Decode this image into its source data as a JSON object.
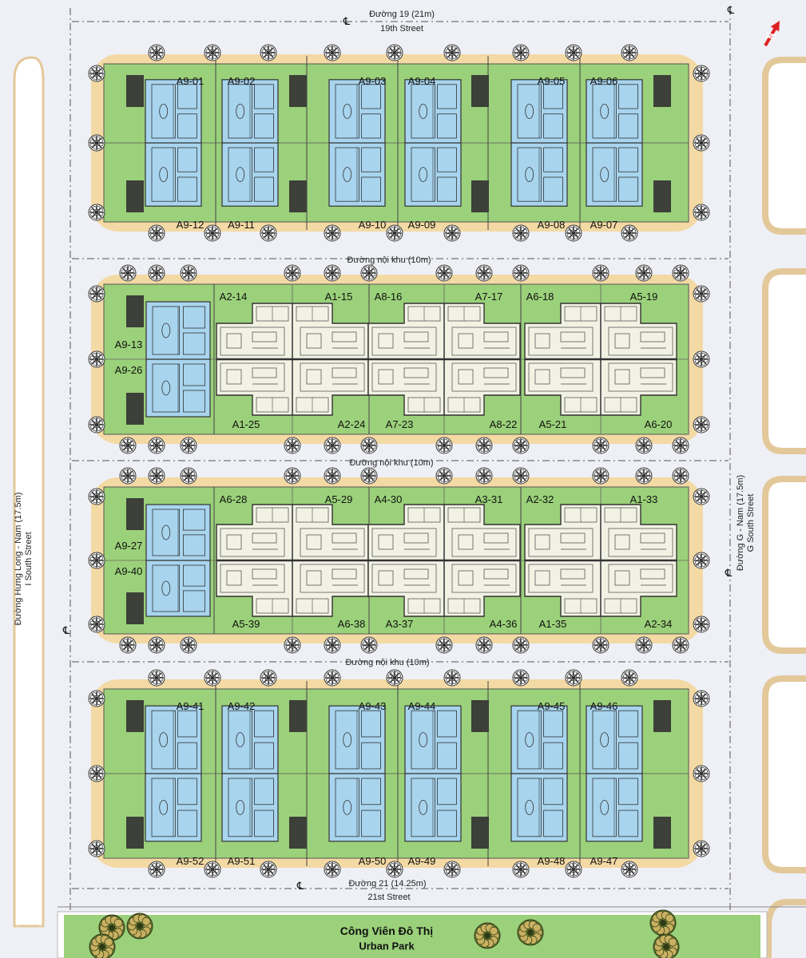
{
  "roads": {
    "north": {
      "name": "Đường 19 (21m)",
      "name_en": "19th Street"
    },
    "south": {
      "name": "Đường 21 (14.25m)",
      "name_en": "21st Street"
    },
    "internal_1": "Đường nội khu (10m)",
    "internal_2": "Đường nội khu (10m)",
    "internal_3": "Đường nội khu (10m)",
    "west": {
      "name": "Đường Hưng Long - Nam (17.5m)",
      "name_en": "I South Street"
    },
    "east": {
      "name": "Đường G - Nam (17.5m)",
      "name_en": "G South Street"
    }
  },
  "park": {
    "name": "Công Viên Đô Thị",
    "name_en": "Urban Park"
  },
  "centerline_symbol": "℄",
  "blocks": [
    {
      "id": "block-1",
      "type": "rowhouse",
      "top": [
        "A9-01",
        "A9-02",
        "A9-03",
        "A9-04",
        "A9-05",
        "A9-06"
      ],
      "bottom": [
        "A9-12",
        "A9-11",
        "A9-10",
        "A9-09",
        "A9-08",
        "A9-07"
      ]
    },
    {
      "id": "block-2",
      "type": "mixed",
      "left": [
        "A9-13",
        "A9-26"
      ],
      "top": [
        "A2-14",
        "A1-15",
        "A8-16",
        "A7-17",
        "A6-18",
        "A5-19"
      ],
      "bottom": [
        "A1-25",
        "A2-24",
        "A7-23",
        "A8-22",
        "A5-21",
        "A6-20"
      ]
    },
    {
      "id": "block-3",
      "type": "mixed",
      "left": [
        "A9-27",
        "A9-40"
      ],
      "top": [
        "A6-28",
        "A5-29",
        "A4-30",
        "A3-31",
        "A2-32",
        "A1-33"
      ],
      "bottom": [
        "A5-39",
        "A6-38",
        "A3-37",
        "A4-36",
        "A1-35",
        "A2-34"
      ]
    },
    {
      "id": "block-4",
      "type": "rowhouse",
      "top": [
        "A9-41",
        "A9-42",
        "A9-43",
        "A9-44",
        "A9-45",
        "A9-46"
      ],
      "bottom": [
        "A9-52",
        "A9-51",
        "A9-50",
        "A9-49",
        "A9-48",
        "A9-47"
      ]
    }
  ],
  "colors": {
    "lot": "#9bd17a",
    "building": "#a8d4ee",
    "villa": "#f2f2e4",
    "sidewalk": "#f3d9a4",
    "road": "#eef0f6",
    "parking": "#3c4038",
    "park": "#9bd17a",
    "north_arrow": "#e02020"
  }
}
